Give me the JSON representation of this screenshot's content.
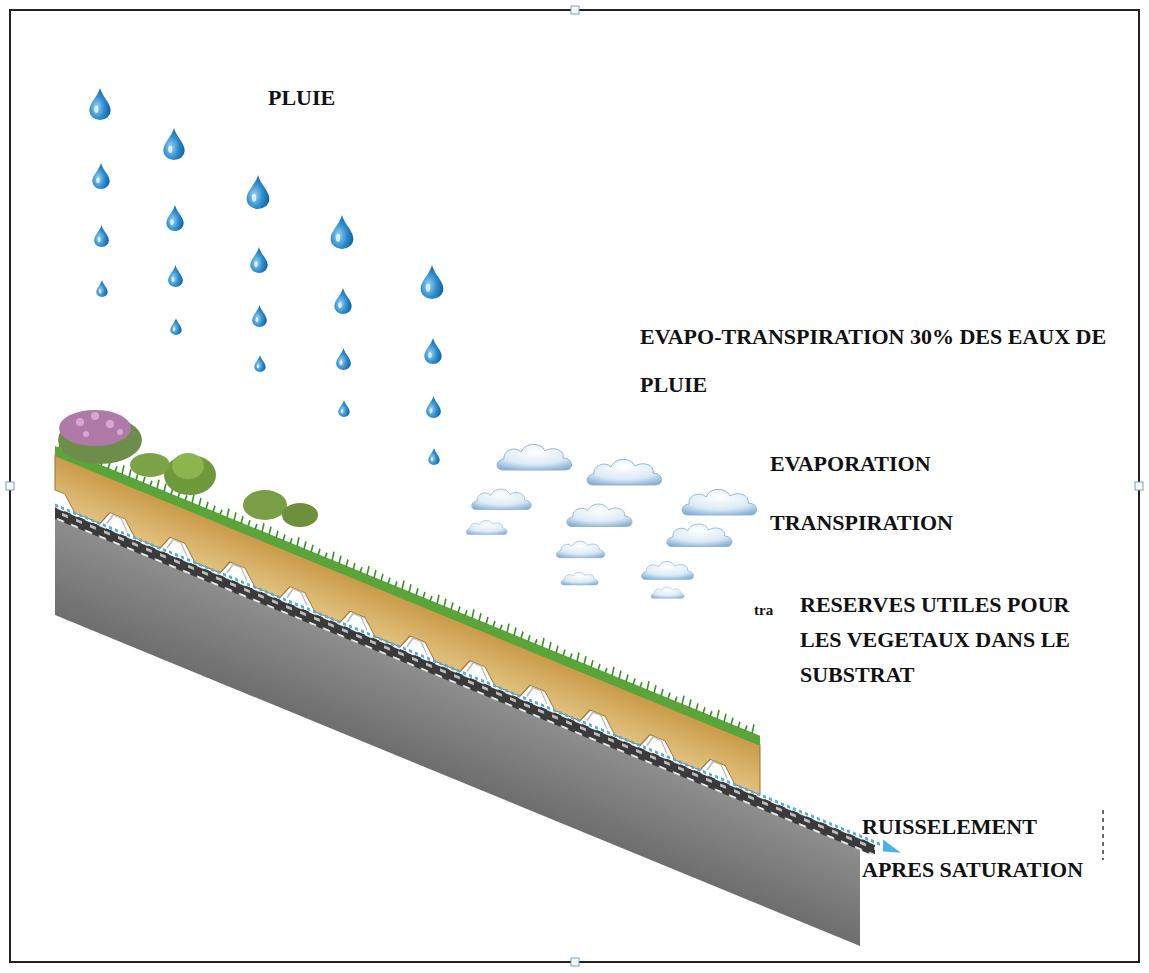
{
  "diagram": {
    "labels": [
      "PLUIE",
      "EVAPO-TRANSPIRATION 30% DES EAUX DE PLUIE",
      "EVAPORATION",
      "TRANSPIRATION",
      "tra",
      "RESERVES UTILES POUR LES VEGETAUX DANS LE SUBSTRAT",
      "RUISSELEMENT APRES SATURATION"
    ]
  }
}
